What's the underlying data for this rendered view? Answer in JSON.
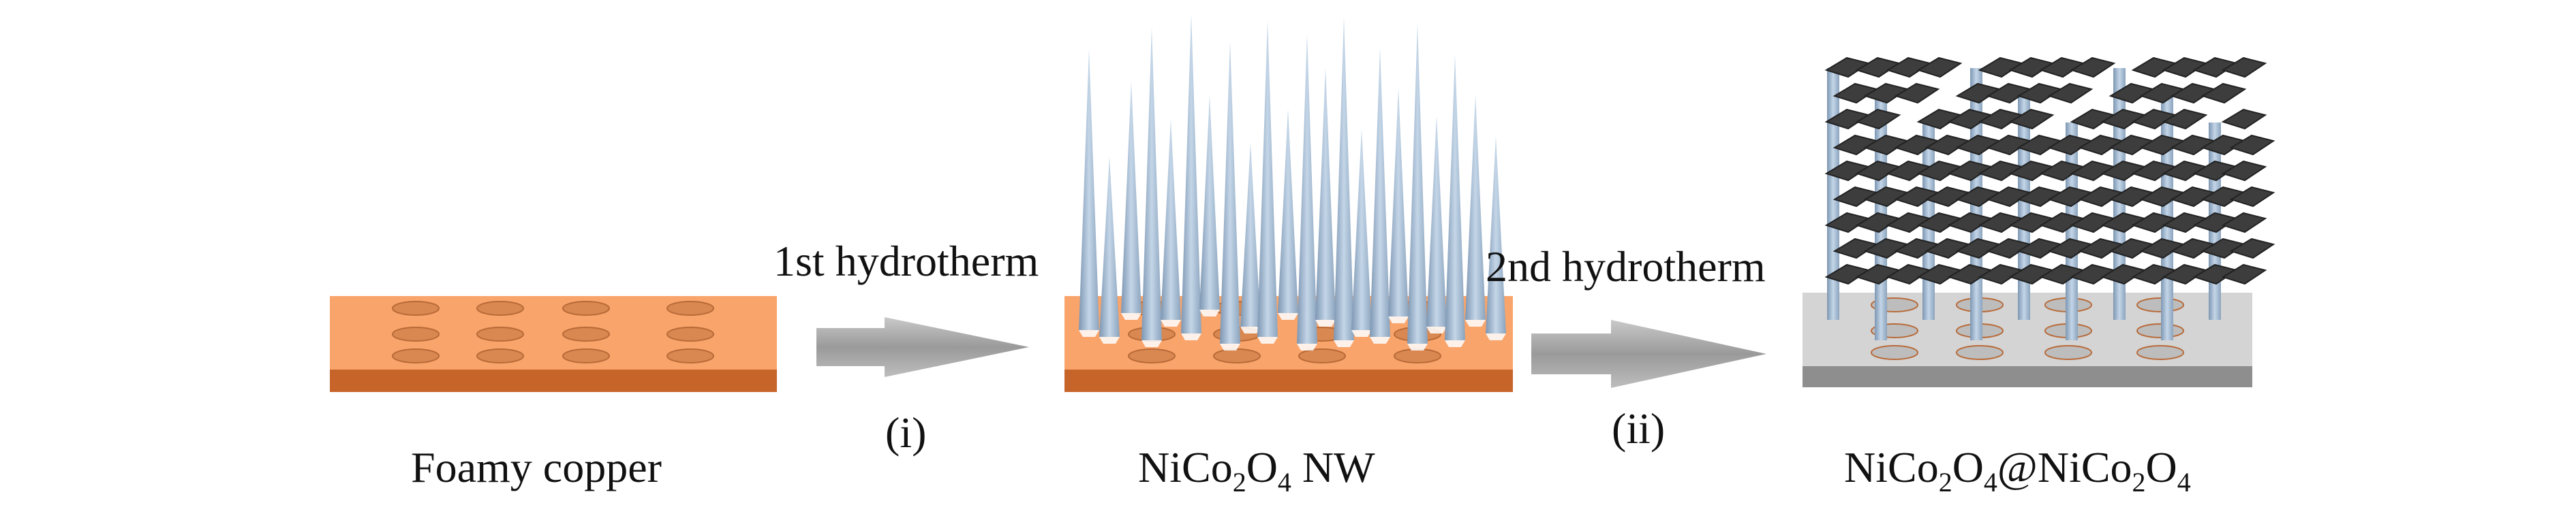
{
  "figure": {
    "stages": [
      {
        "label": "Foamy copper"
      },
      {
        "label_parts": [
          "NiCo",
          "2",
          "O",
          "4",
          " NW"
        ]
      },
      {
        "label_parts": [
          "NiCo",
          "2",
          "O",
          "4",
          "@NiCo",
          "2",
          "O",
          "4"
        ]
      }
    ],
    "steps": [
      {
        "process": "1st hydrotherm",
        "marker": "(i)"
      },
      {
        "process": "2nd hydrotherm",
        "marker": "(ii)"
      }
    ]
  },
  "colors": {
    "copper_top": "#f9a46a",
    "copper_bottom": "#c7642a",
    "hole": "#d88850",
    "spike": "#a9bfd6",
    "spike_shadow": "#6f88a3",
    "substrate_gray": "#cfcfcf",
    "substrate_gray_bottom": "#8e8e8e",
    "flake": "#3d3d3d",
    "arrow": "#a8a8a8"
  }
}
